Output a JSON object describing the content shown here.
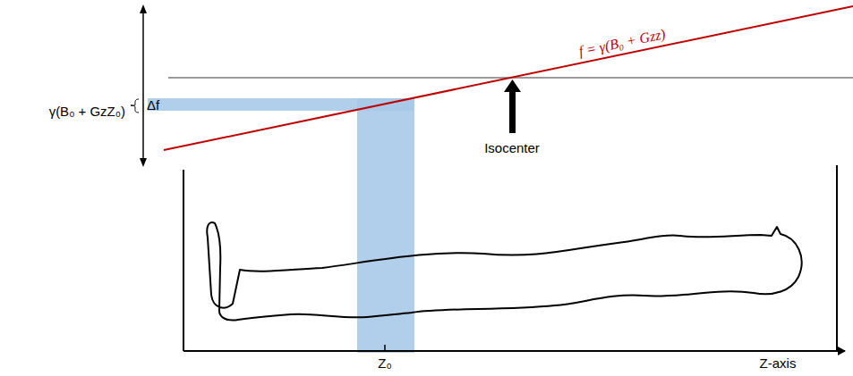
{
  "diagram": {
    "labels": [
      "γ(B₀ + GzZ₀)",
      "Δf",
      "f = γ(B₀ + Gzz)",
      "Isocenter",
      "Z₀",
      "Z-axis"
    ]
  }
}
